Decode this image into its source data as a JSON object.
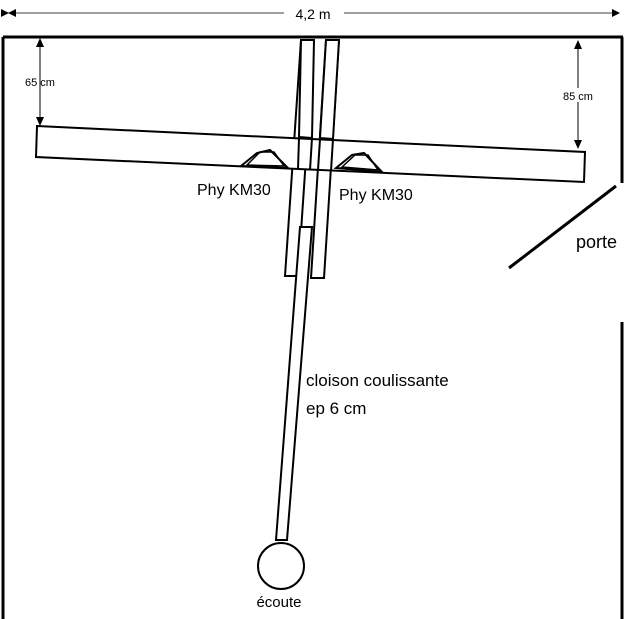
{
  "labels": {
    "width": "4,2 m",
    "left_offset": "65 cm",
    "right_offset": "85 cm",
    "speaker_left": "Phy KM30",
    "speaker_right": "Phy KM30",
    "door": "porte",
    "partition_line1": "cloison coulissante",
    "partition_line2": "ep 6 cm",
    "listening": "écoute"
  },
  "colors": {
    "stroke": "#000000",
    "background": "#ffffff"
  }
}
